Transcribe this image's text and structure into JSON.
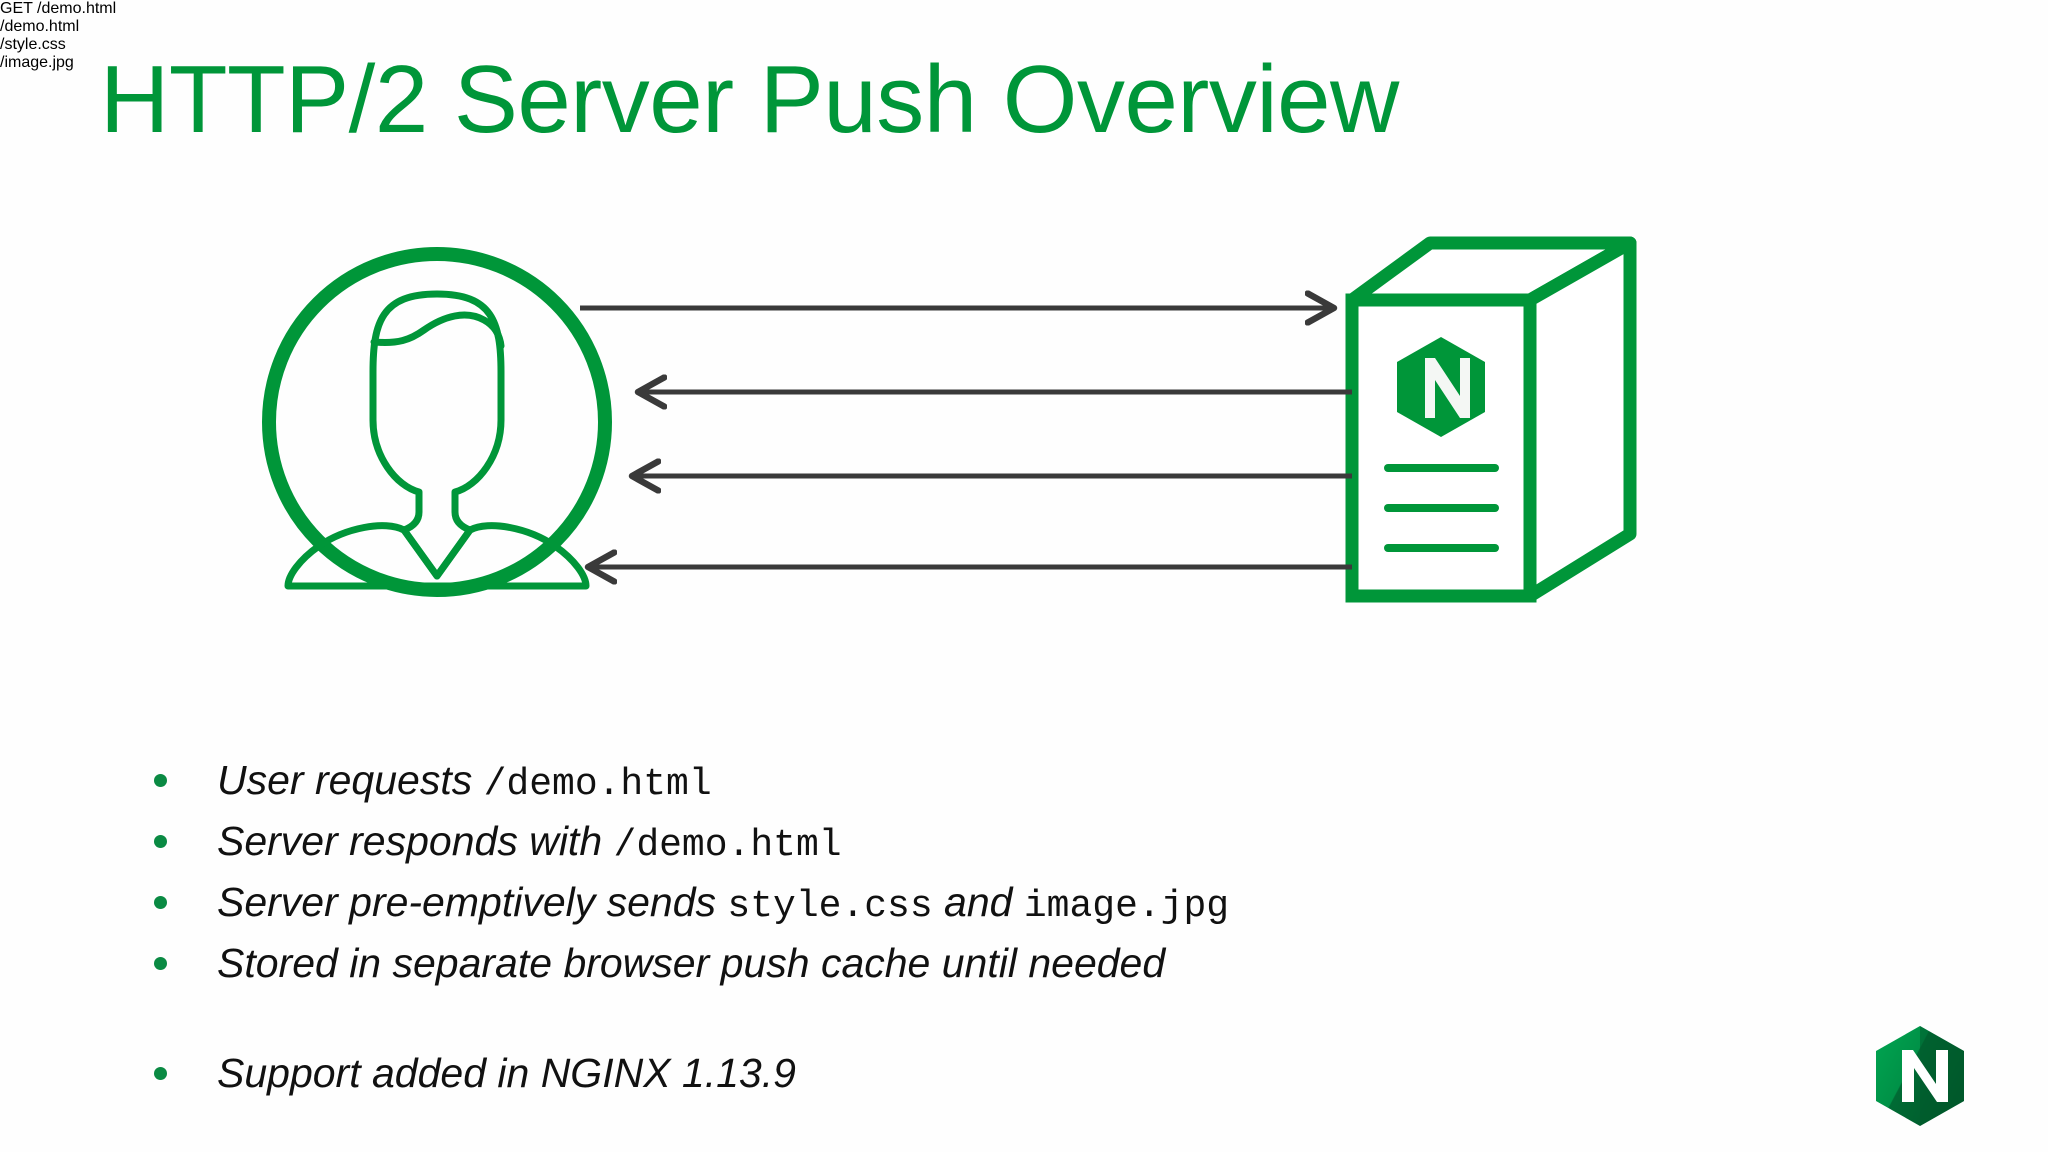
{
  "slide": {
    "title": "HTTP/2 Server Push Overview",
    "title_color": "#009639",
    "background_color": "#ffffff"
  },
  "diagram": {
    "type": "sequence",
    "accent_color": "#009639",
    "arrow_color": "#3a3a3a",
    "client": {
      "name": "user",
      "icon": "user-avatar-icon",
      "shape": "circle"
    },
    "server": {
      "name": "nginx-server",
      "icon": "server-box-icon",
      "logo": "nginx-hexagon-logo"
    },
    "messages": [
      {
        "label": "GET /demo.html",
        "direction": "client-to-server"
      },
      {
        "label": "/demo.html",
        "direction": "server-to-client"
      },
      {
        "label": "/style.css",
        "direction": "server-to-client"
      },
      {
        "label": "/image.jpg",
        "direction": "server-to-client"
      }
    ]
  },
  "bullets": [
    {
      "pre": "User requests ",
      "code": "/demo.html",
      "mid": "",
      "code2": "",
      "post": ""
    },
    {
      "pre": "Server responds with ",
      "code": "/demo.html",
      "mid": "",
      "code2": "",
      "post": ""
    },
    {
      "pre": "Server pre-emptively sends ",
      "code": "style.css",
      "mid": " and ",
      "code2": "image.jpg",
      "post": ""
    },
    {
      "pre": "Stored in separate browser push cache until needed",
      "code": "",
      "mid": "",
      "code2": "",
      "post": ""
    },
    {
      "spacer": true
    },
    {
      "pre": "Support added in NGINX 1.13.9",
      "code": "",
      "mid": "",
      "code2": "",
      "post": ""
    }
  ],
  "corner_logo": {
    "name": "nginx-logo",
    "letter": "N",
    "color_light": "#00994a",
    "color_dark": "#006b34"
  }
}
